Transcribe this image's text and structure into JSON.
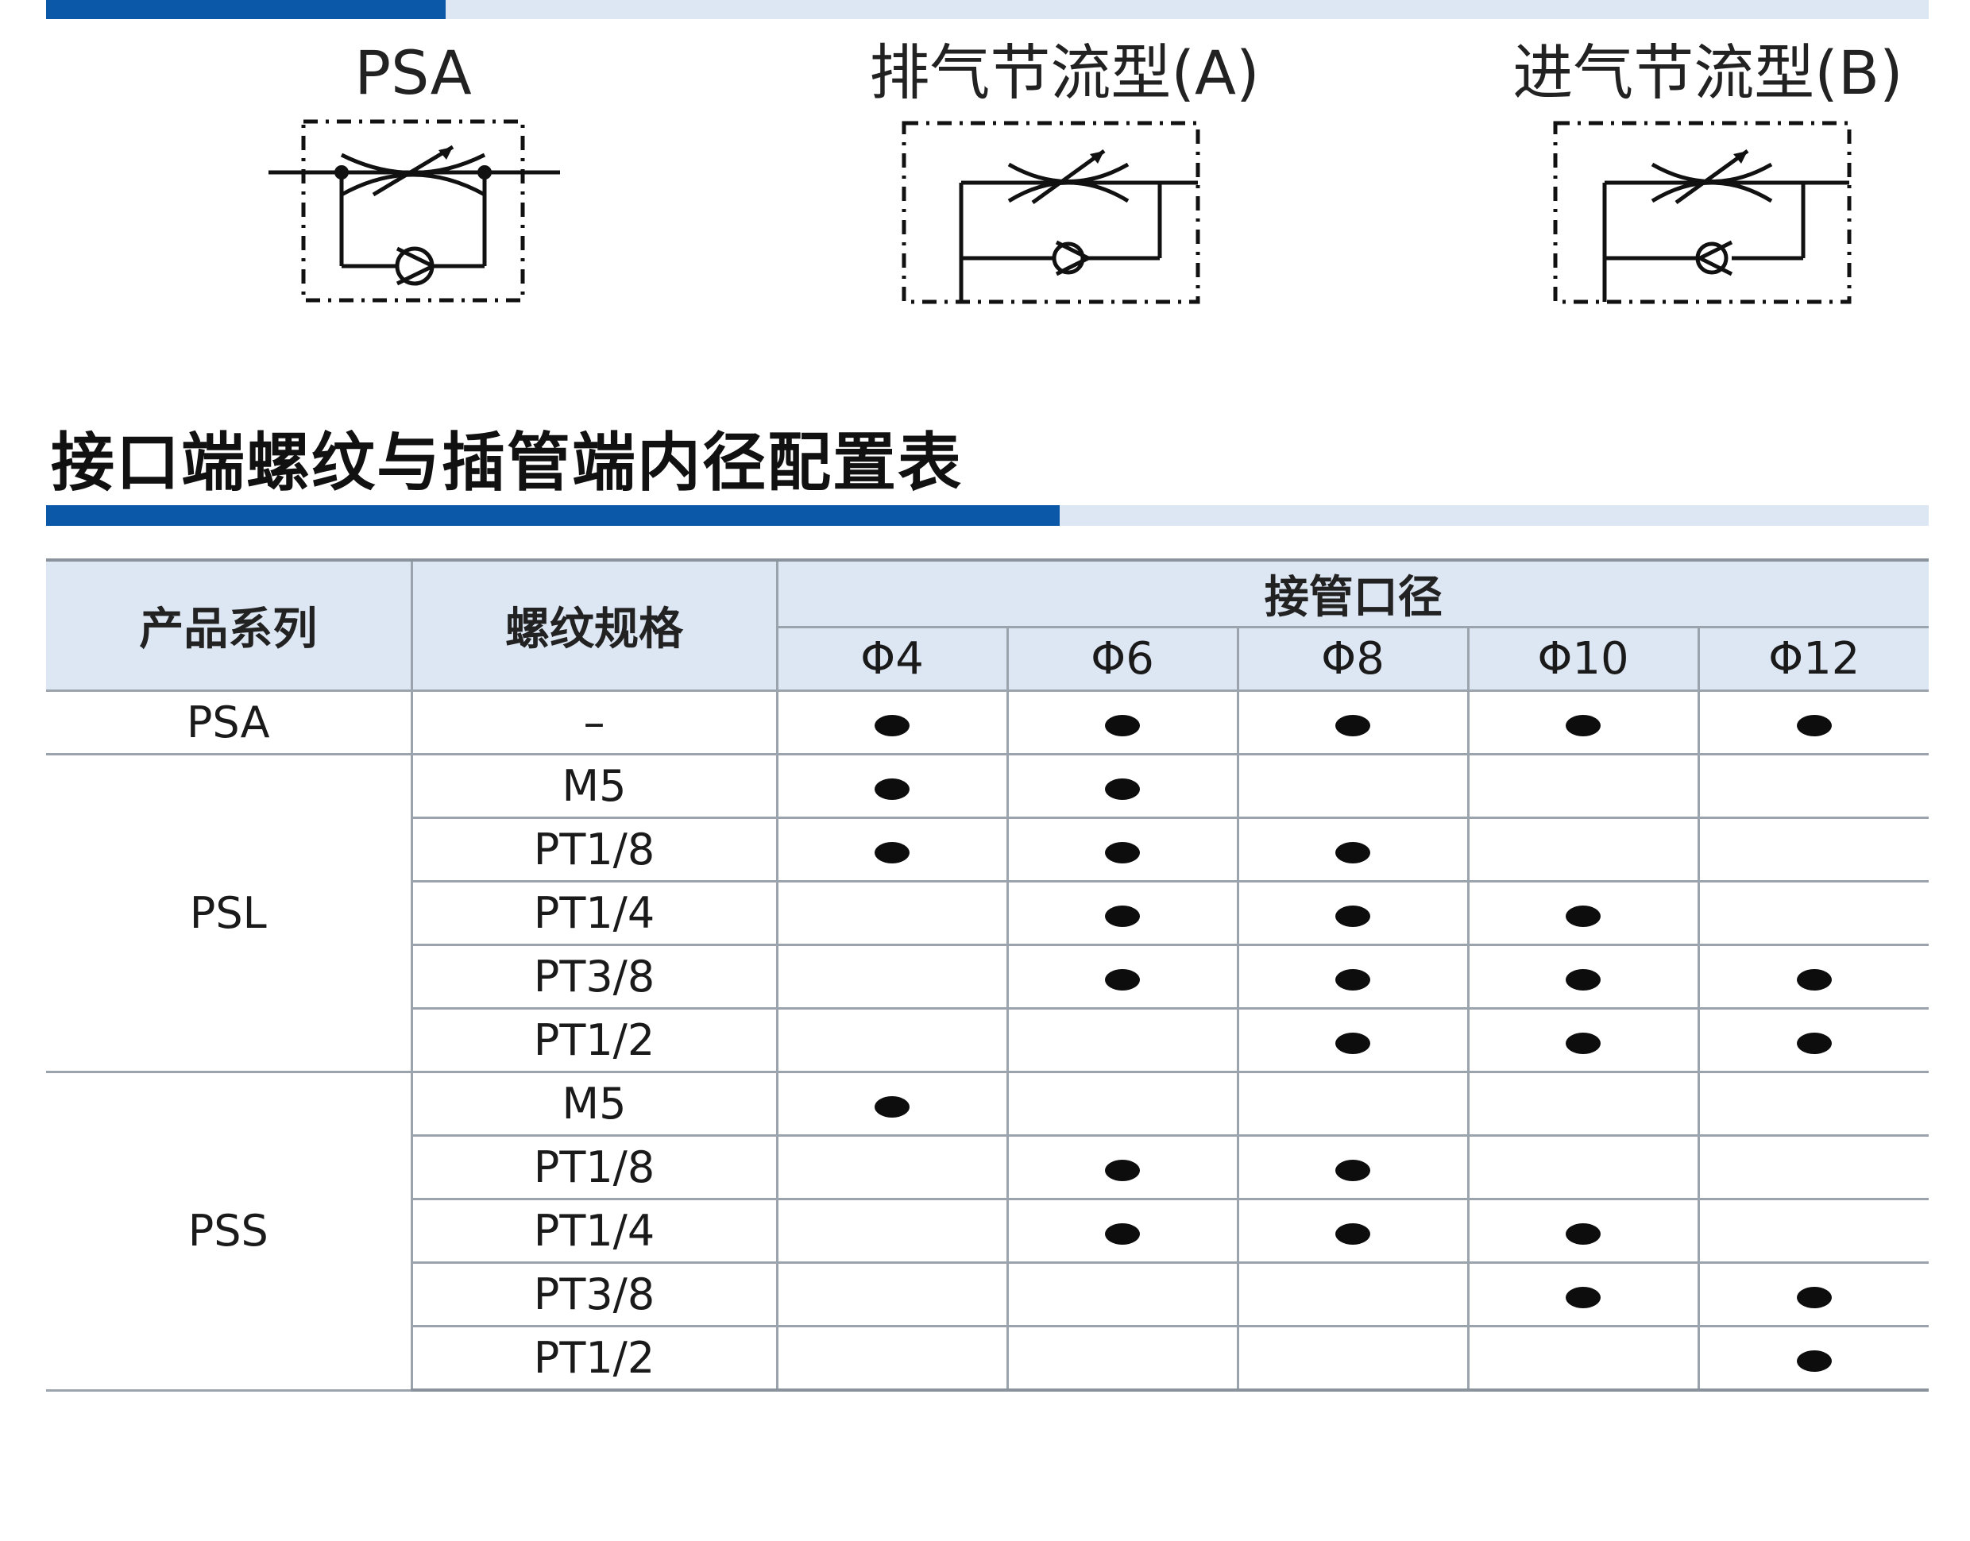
{
  "symbols": [
    {
      "title": "PSA",
      "icon": "psa-symbol-icon"
    },
    {
      "title": "排气节流型(A)",
      "icon": "exhaust-throttle-symbol-icon"
    },
    {
      "title": "进气节流型(B)",
      "icon": "intake-throttle-symbol-icon"
    }
  ],
  "section_title": "接口端螺纹与插管端内径配置表",
  "table": {
    "headers": {
      "series": "产品系列",
      "thread": "螺纹规格",
      "pipe_group": "接管口径",
      "sizes": [
        "Φ4",
        "Φ6",
        "Φ8",
        "Φ10",
        "Φ12"
      ]
    },
    "marker": "●",
    "groups": [
      {
        "series": "PSA",
        "rows": [
          {
            "thread": "–",
            "avail": [
              true,
              true,
              true,
              true,
              true
            ]
          }
        ]
      },
      {
        "series": "PSL",
        "rows": [
          {
            "thread": "M5",
            "avail": [
              true,
              true,
              false,
              false,
              false
            ]
          },
          {
            "thread": "PT1/8",
            "avail": [
              true,
              true,
              true,
              false,
              false
            ]
          },
          {
            "thread": "PT1/4",
            "avail": [
              false,
              true,
              true,
              true,
              false
            ]
          },
          {
            "thread": "PT3/8",
            "avail": [
              false,
              true,
              true,
              true,
              true
            ]
          },
          {
            "thread": "PT1/2",
            "avail": [
              false,
              false,
              true,
              true,
              true
            ]
          }
        ]
      },
      {
        "series": "PSS",
        "rows": [
          {
            "thread": "M5",
            "avail": [
              true,
              false,
              false,
              false,
              false
            ]
          },
          {
            "thread": "PT1/8",
            "avail": [
              false,
              true,
              true,
              false,
              false
            ]
          },
          {
            "thread": "PT1/4",
            "avail": [
              false,
              true,
              true,
              true,
              false
            ]
          },
          {
            "thread": "PT3/8",
            "avail": [
              false,
              false,
              false,
              true,
              true
            ]
          },
          {
            "thread": "PT1/2",
            "avail": [
              false,
              false,
              false,
              false,
              true
            ]
          }
        ]
      }
    ]
  },
  "colors": {
    "accent": "#0b57a8",
    "header_bg": "#dde6f3",
    "grid": "#9ba3ad"
  }
}
